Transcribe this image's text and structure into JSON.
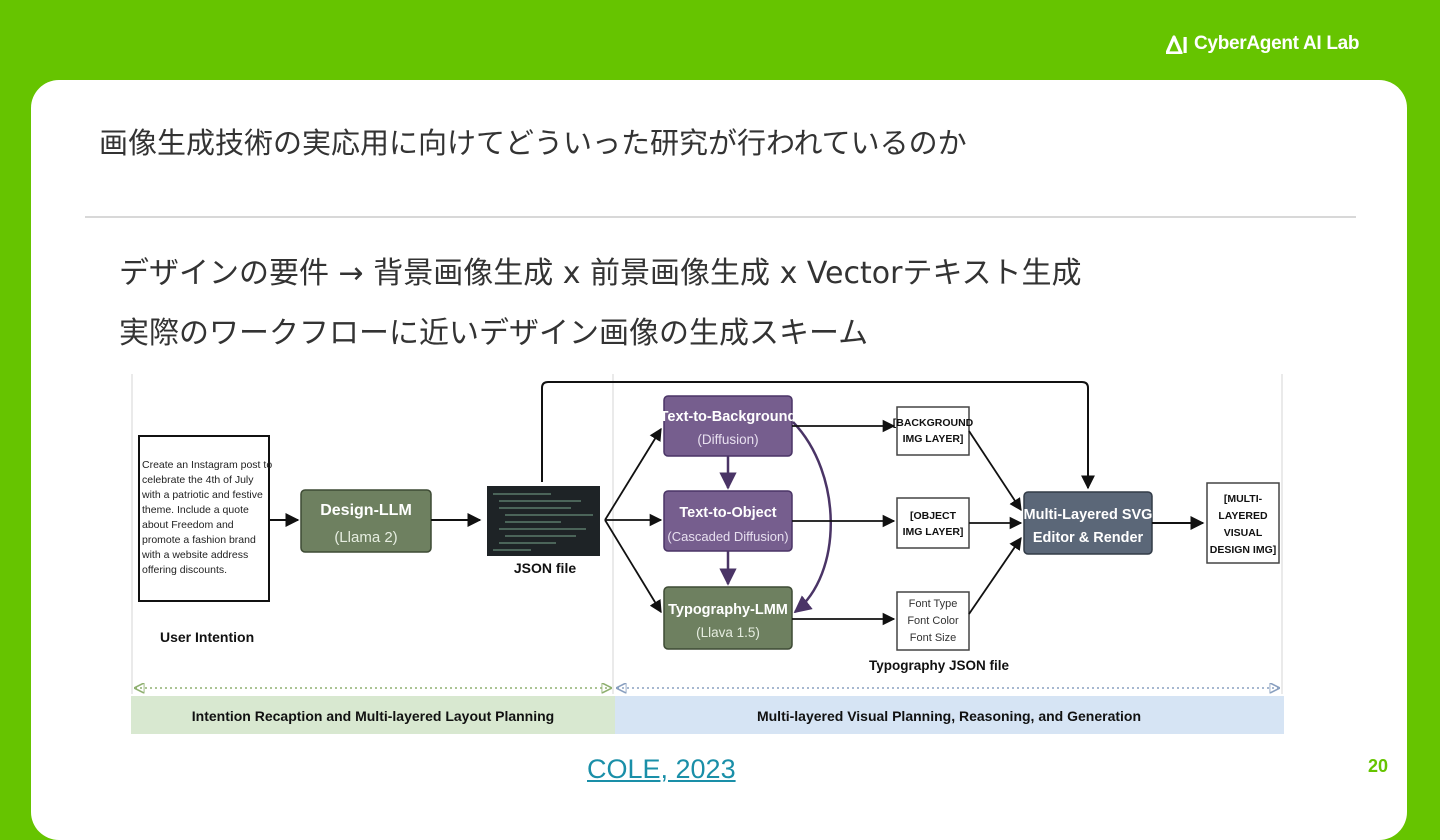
{
  "brand": {
    "name": "CyberAgent AI Lab"
  },
  "slide": {
    "title": "画像生成技術の実応用に向けてどういった研究が行われているのか",
    "bullets": [
      "デザインの要件 → 背景画像生成 x 前景画像生成 x Vectorテキスト生成",
      "実際のワークフローに近いデザイン画像の生成スキーム"
    ],
    "citation": "COLE, 2023",
    "page_number": "20"
  },
  "diagram": {
    "user_prompt_lines": [
      "Create an Instagram post to",
      "celebrate the 4th of July",
      "with a patriotic and festive",
      "theme. Include a quote",
      "about Freedom and",
      "promote a fashion brand",
      "with a website address",
      "offering discounts."
    ],
    "user_intention_label": "User Intention",
    "design_llm": {
      "title": "Design-LLM",
      "sub": "(Llama 2)"
    },
    "json_file_label": "JSON file",
    "text_to_background": {
      "title": "Text-to-Background",
      "sub": "(Diffusion)"
    },
    "text_to_object": {
      "title": "Text-to-Object",
      "sub": "(Cascaded Diffusion)"
    },
    "typography_lmm": {
      "title": "Typography-LMM",
      "sub": "(Llava 1.5)"
    },
    "bg_layer": [
      "[BACKGROUND",
      "IMG LAYER]"
    ],
    "obj_layer": [
      "[OBJECT",
      "IMG LAYER]"
    ],
    "font_props": [
      "Font Type",
      "Font Color",
      "Font Size"
    ],
    "typography_json_label": "Typography JSON file",
    "svg_editor": {
      "title": "Multi-Layered SVG",
      "sub": "Editor & Render"
    },
    "output": [
      "[MULTI-",
      "LAYERED",
      "VISUAL",
      "DESIGN IMG]"
    ],
    "phase_left": "Intention Recaption and Multi-layered Layout Planning",
    "phase_right": "Multi-layered Visual Planning, Reasoning, and Generation",
    "colors": {
      "green_box": "#6e8060",
      "purple_box": "#765e8e",
      "slate_box": "#5b6778",
      "phase_left_bg": "#d8e8d0",
      "phase_right_bg": "#d6e4f4",
      "json_bg": "#1e2326"
    }
  }
}
